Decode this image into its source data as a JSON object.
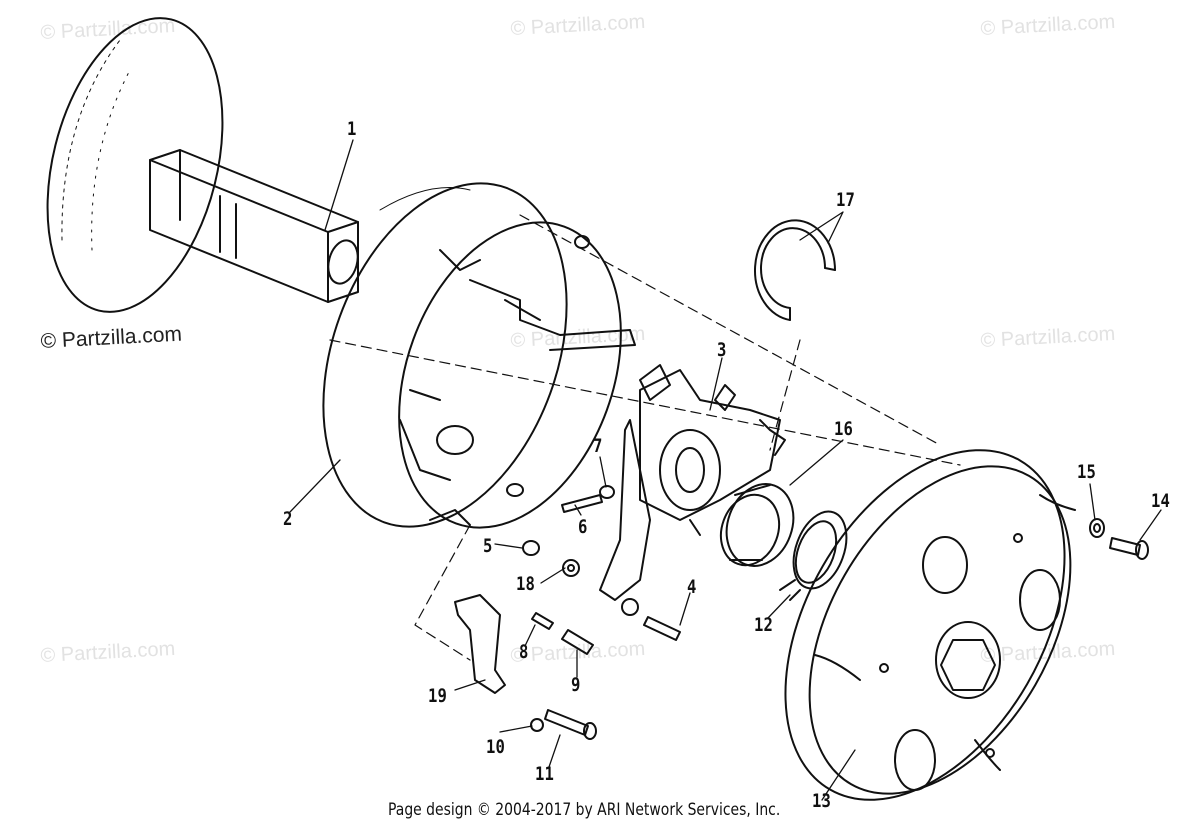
{
  "watermarks": {
    "text": "© Partzilla.com",
    "emphasized": "© Partzilla.com"
  },
  "callouts": {
    "c1": "1",
    "c2": "2",
    "c3": "3",
    "c4": "4",
    "c5": "5",
    "c6": "6",
    "c7": "7",
    "c8": "8",
    "c9": "9",
    "c10": "10",
    "c11": "11",
    "c12": "12",
    "c13": "13",
    "c14": "14",
    "c15": "15",
    "c16": "16",
    "c17": "17",
    "c18": "18",
    "c19": "19"
  },
  "footer": "Page design © 2004-2017 by ARI Network Services, Inc.",
  "colors": {
    "ink": "#111111",
    "watermark": "#e2e2e2",
    "background": "#ffffff"
  }
}
